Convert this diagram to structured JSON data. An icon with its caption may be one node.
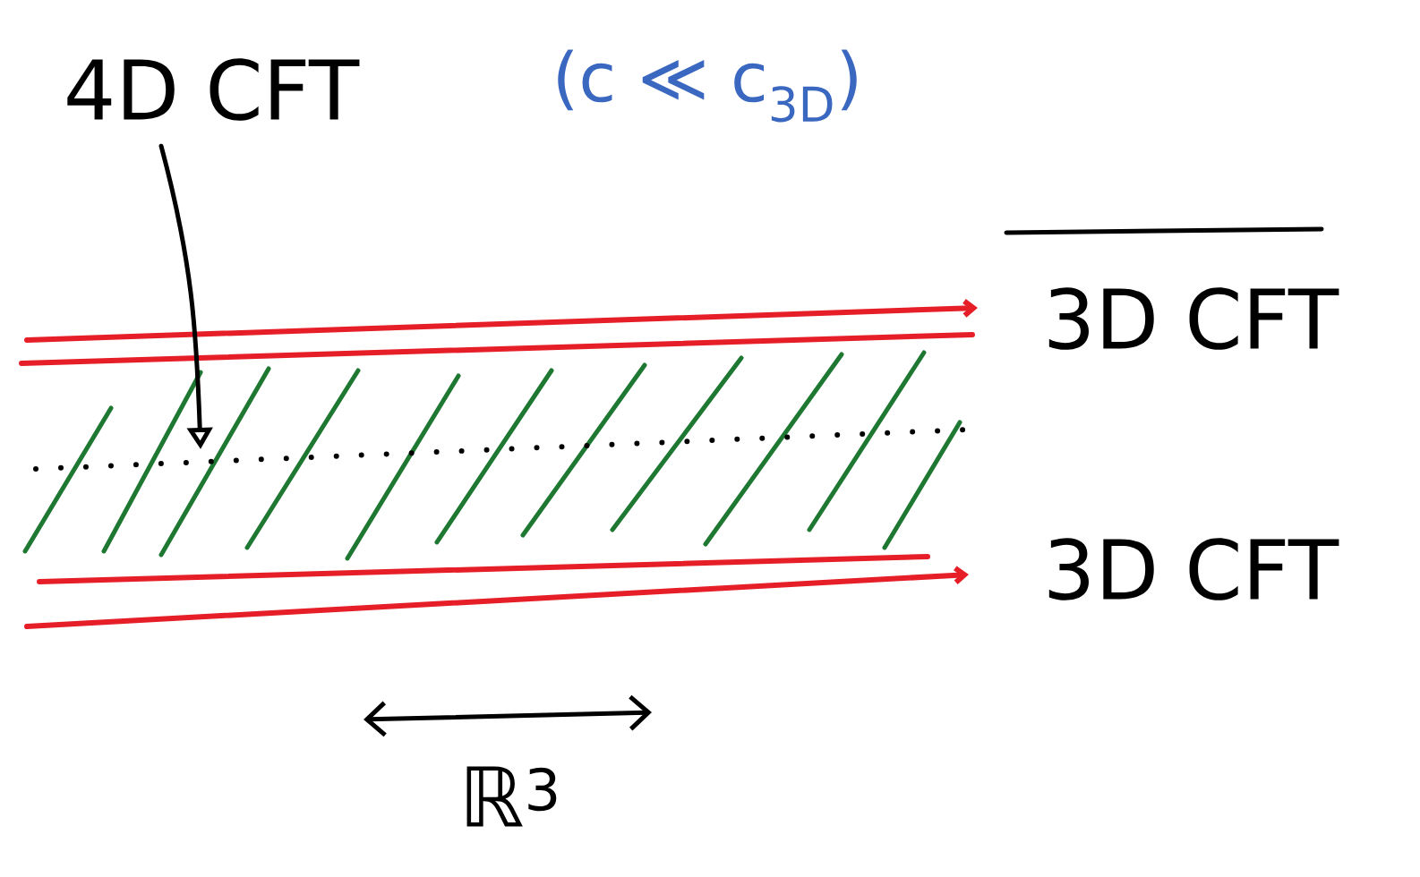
{
  "diagram": {
    "nodes": [
      {
        "text": [
          "4D CFT"
        ]
      },
      {
        "text": [],
        "shape": "line"
      }
    ],
    "edges": [
      {
        "from": 0,
        "to": 1,
        "arrow": "to"
      }
    ],
    "labels": [
      "(c ≪ c$_{3D}$)",
      "3D CFT",
      "3D CFT",
      "ℝ$^{3}$"
    ]
  }
}
